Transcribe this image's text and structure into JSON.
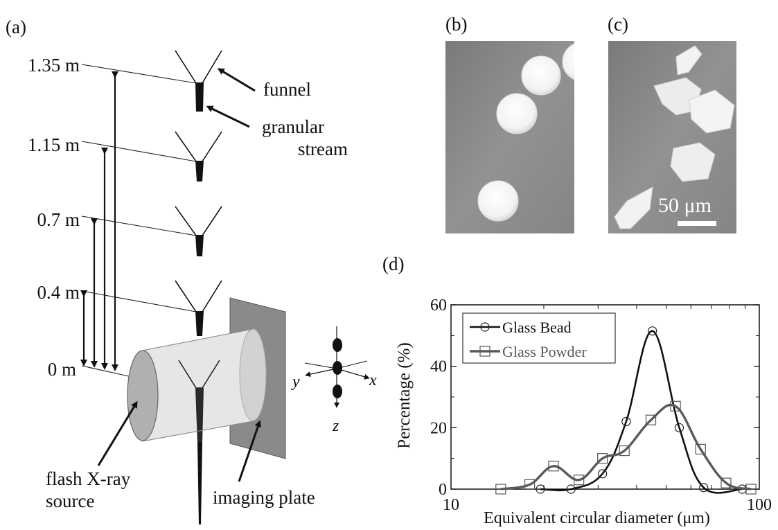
{
  "panels": {
    "a": {
      "label": "(a)"
    },
    "b": {
      "label": "(b)"
    },
    "c": {
      "label": "(c)",
      "scale_bar": "50 μm"
    },
    "d": {
      "label": "(d)"
    }
  },
  "setup": {
    "heights": [
      "1.35 m",
      "1.15 m",
      "0.7 m",
      "0.4 m",
      "0 m"
    ],
    "funnel_label": "funnel",
    "stream_label_1": "granular",
    "stream_label_2": "stream",
    "source_label_1": "flash X-ray",
    "source_label_2": "source",
    "plate_label": "imaging plate",
    "axis_x": "x",
    "axis_y": "y",
    "axis_z": "z"
  },
  "colors": {
    "bead_series": "#111111",
    "powder_series": "#5a5a5a",
    "sem_background": "#8c8c8c",
    "imaging_plate": "#8a8a8a"
  },
  "chart_data": {
    "type": "line",
    "xlabel": "Equivalent circular diameter (μm)",
    "ylabel": "Percentage (%)",
    "x_scale": "log",
    "xlim": [
      10,
      100
    ],
    "ylim": [
      0,
      60
    ],
    "x_ticks": [
      "10",
      "100"
    ],
    "y_ticks": [
      "0",
      "20",
      "40",
      "60"
    ],
    "grid": false,
    "legend_position": "top-left",
    "series": [
      {
        "name": "Glass Bead",
        "marker": "circle",
        "points": [
          [
            19.5,
            0
          ],
          [
            24.5,
            0
          ],
          [
            31,
            5
          ],
          [
            37,
            22
          ],
          [
            45,
            51.5
          ],
          [
            55,
            20
          ],
          [
            66,
            0.5
          ],
          [
            88,
            0
          ]
        ]
      },
      {
        "name": "Glass Powder",
        "marker": "square",
        "points": [
          [
            14.5,
            0
          ],
          [
            18,
            1.5
          ],
          [
            21.5,
            7.5
          ],
          [
            26,
            3
          ],
          [
            31,
            10
          ],
          [
            36.5,
            12.5
          ],
          [
            44.5,
            22.5
          ],
          [
            53.5,
            27
          ],
          [
            64.5,
            13
          ],
          [
            78,
            2
          ],
          [
            94,
            0
          ]
        ]
      }
    ]
  }
}
